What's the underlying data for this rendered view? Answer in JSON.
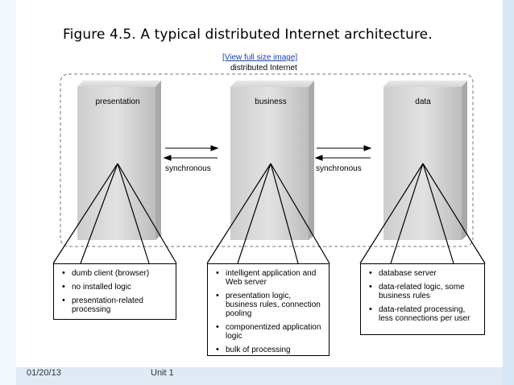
{
  "title": "Figure 4.5. A typical distributed Internet architecture.",
  "view_link": "[View full size image]",
  "scope_label": "distributed Internet",
  "tiers": [
    {
      "label": "presentation"
    },
    {
      "label": "business"
    },
    {
      "label": "data"
    }
  ],
  "connectors": [
    {
      "label": "synchronous"
    },
    {
      "label": "synchronous"
    }
  ],
  "notes": [
    {
      "items": [
        "dumb client (browser)",
        "no installed logic",
        "presentation-related processing"
      ]
    },
    {
      "items": [
        "intelligent application and Web server",
        "presentation logic, business rules, connection pooling",
        "componentized application logic",
        "bulk of processing"
      ]
    },
    {
      "items": [
        "database server",
        "data-related logic, some business rules",
        "data-related processing, less connections per user"
      ]
    }
  ],
  "footer": {
    "date": "01/20/13",
    "unit": "Unit 1"
  }
}
